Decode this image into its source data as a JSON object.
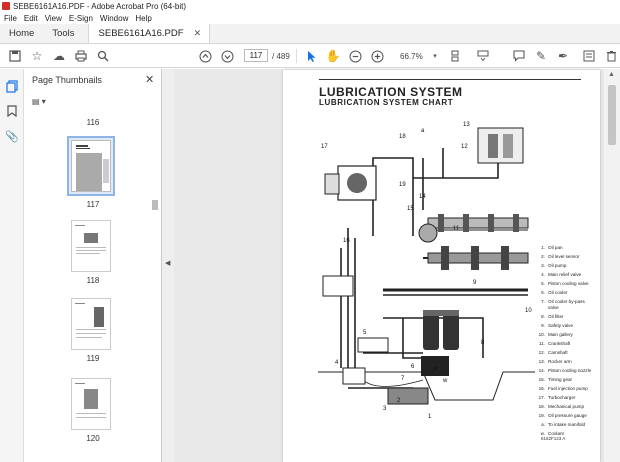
{
  "window": {
    "title": "SEBE6161A16.PDF - Adobe Acrobat Pro (64-bit)"
  },
  "menu": [
    "File",
    "Edit",
    "View",
    "E-Sign",
    "Window",
    "Help"
  ],
  "tabs": {
    "home": "Home",
    "tools": "Tools",
    "document": "SEBE6161A16.PDF"
  },
  "toolbar": {
    "current_page": "117",
    "total_pages": "/ 489",
    "zoom": "66.7%"
  },
  "panel": {
    "title": "Page Thumbnails"
  },
  "thumbnails": [
    {
      "label": "116"
    },
    {
      "label": "117"
    },
    {
      "label": "118"
    },
    {
      "label": "119"
    },
    {
      "label": "120"
    }
  ],
  "page": {
    "title": "LUBRICATION SYSTEM",
    "subtitle": "LUBRICATION SYSTEM CHART",
    "figure_ref": "6162F123 A",
    "legend": [
      {
        "n": "1.",
        "text": "Oil pan"
      },
      {
        "n": "2.",
        "text": "Oil level sensor"
      },
      {
        "n": "3.",
        "text": "Oil pump"
      },
      {
        "n": "4.",
        "text": "Main relief valve"
      },
      {
        "n": "5.",
        "text": "Piston cooling valve"
      },
      {
        "n": "6.",
        "text": "Oil cooler"
      },
      {
        "n": "7.",
        "text": "Oil cooler by-pass valve"
      },
      {
        "n": "8.",
        "text": "Oil filter"
      },
      {
        "n": "9.",
        "text": "Safety valve"
      },
      {
        "n": "10.",
        "text": "Main gallery"
      },
      {
        "n": "11.",
        "text": "Crankshaft"
      },
      {
        "n": "12.",
        "text": "Camshaft"
      },
      {
        "n": "13.",
        "text": "Rocker arm"
      },
      {
        "n": "14.",
        "text": "Piston cooling nozzle"
      },
      {
        "n": "15.",
        "text": "Timing gear"
      },
      {
        "n": "16.",
        "text": "Fuel injection pump"
      },
      {
        "n": "17.",
        "text": "Turbocharger"
      },
      {
        "n": "18.",
        "text": "Mechanical pump"
      },
      {
        "n": "19.",
        "text": "Oil pressure gauge"
      },
      {
        "n": "a.",
        "text": "To intake manifold"
      },
      {
        "n": "w.",
        "text": "Coolant"
      }
    ],
    "callouts": [
      "17",
      "18",
      "13",
      "12",
      "19",
      "15",
      "14",
      "16",
      "11",
      "10",
      "9",
      "8",
      "5",
      "6",
      "4",
      "7",
      "3",
      "2",
      "1",
      "a",
      "w",
      "w"
    ]
  }
}
